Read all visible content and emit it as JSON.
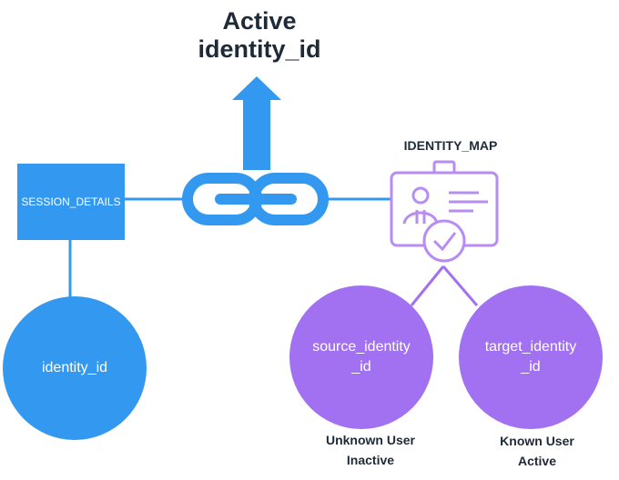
{
  "title": {
    "line1": "Active",
    "line2": "identity_id"
  },
  "session_details": {
    "label": "SESSION_DETAILS"
  },
  "identity_map": {
    "label": "IDENTITY_MAP"
  },
  "nodes": {
    "identity_id": "identity_id",
    "source_identity": {
      "line1": "source_identity",
      "line2": "_id"
    },
    "target_identity": {
      "line1": "target_identity",
      "line2": "_id"
    }
  },
  "status": {
    "source": {
      "line1": "Unknown User",
      "line2": "Inactive"
    },
    "target": {
      "line1": "Known User",
      "line2": "Active"
    }
  },
  "icons": {
    "arrow": "up-arrow-icon",
    "link": "chain-link-icon",
    "id_card": "id-card-check-icon"
  },
  "colors": {
    "blue": "#3399f0",
    "purple": "#a271f2",
    "purple_icon": "#b78df5",
    "text": "#1f2a38"
  }
}
